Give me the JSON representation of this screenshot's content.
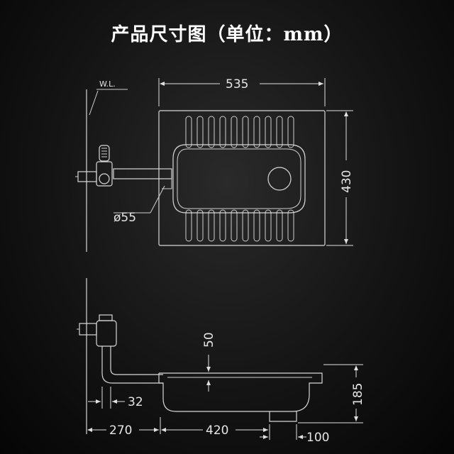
{
  "title": "产品尺寸图（单位：mm）",
  "labels": {
    "water_level": "W.L.",
    "width": "535",
    "depth": "430",
    "pipe_diameter": "ø55",
    "step_height": "50",
    "height": "185",
    "pipe_offset": "32",
    "wall_to_center": "270",
    "center_to_drain": "420",
    "drain_width": "100"
  },
  "colors": {
    "line": "#d8d8d8",
    "background": "#141414",
    "text": "#ffffff"
  }
}
